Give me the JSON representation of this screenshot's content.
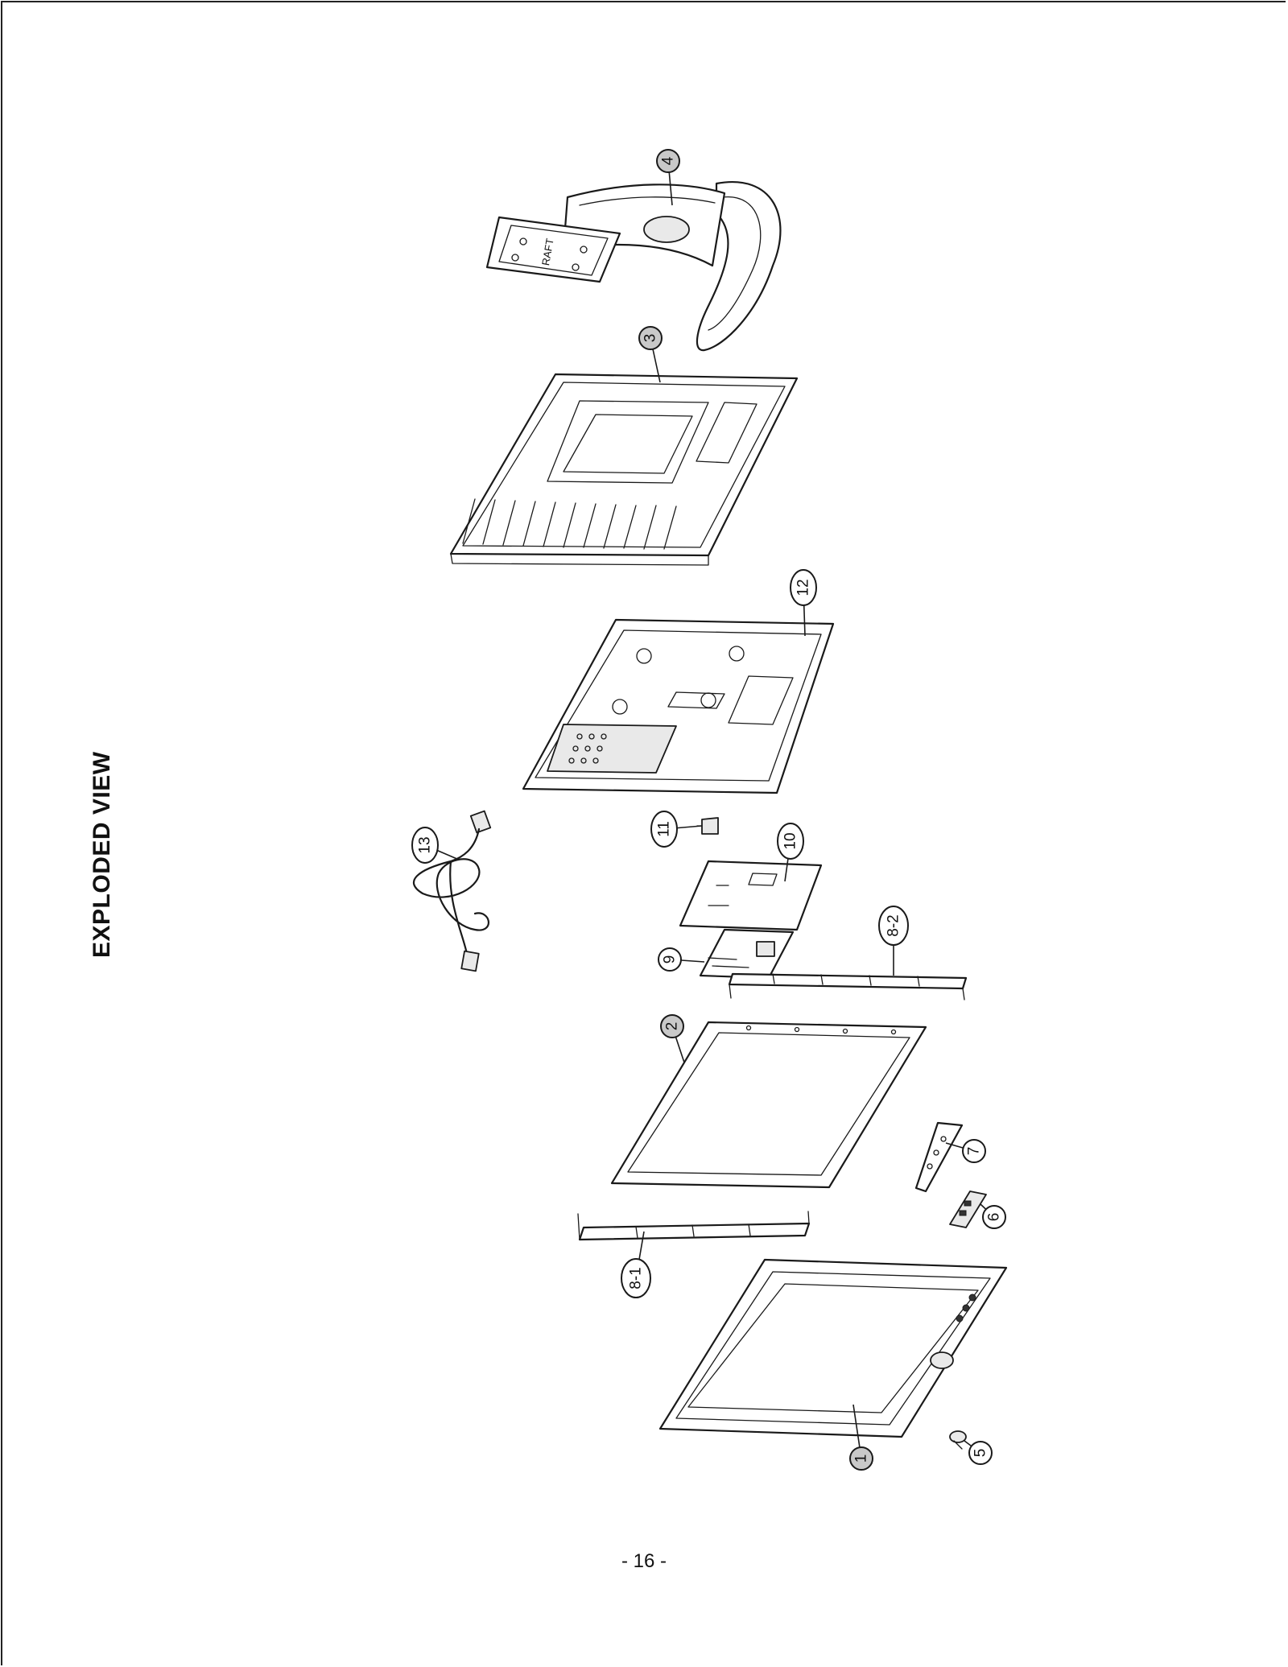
{
  "title": "EXPLODED VIEW",
  "page_number": "- 16 -",
  "callouts": [
    {
      "id": "1",
      "label": "1",
      "shaded": true
    },
    {
      "id": "2",
      "label": "2",
      "shaded": true
    },
    {
      "id": "3",
      "label": "3",
      "shaded": true
    },
    {
      "id": "4",
      "label": "4",
      "shaded": true
    },
    {
      "id": "5",
      "label": "5",
      "shaded": false
    },
    {
      "id": "6",
      "label": "6",
      "shaded": false
    },
    {
      "id": "7",
      "label": "7",
      "shaded": false
    },
    {
      "id": "8-1",
      "label": "8-1",
      "shaded": false
    },
    {
      "id": "8-2",
      "label": "8-2",
      "shaded": false
    },
    {
      "id": "9",
      "label": "9",
      "shaded": false
    },
    {
      "id": "10",
      "label": "10",
      "shaded": false
    },
    {
      "id": "11",
      "label": "11",
      "shaded": false
    },
    {
      "id": "12",
      "label": "12",
      "shaded": false
    },
    {
      "id": "13",
      "label": "13",
      "shaded": false
    }
  ]
}
